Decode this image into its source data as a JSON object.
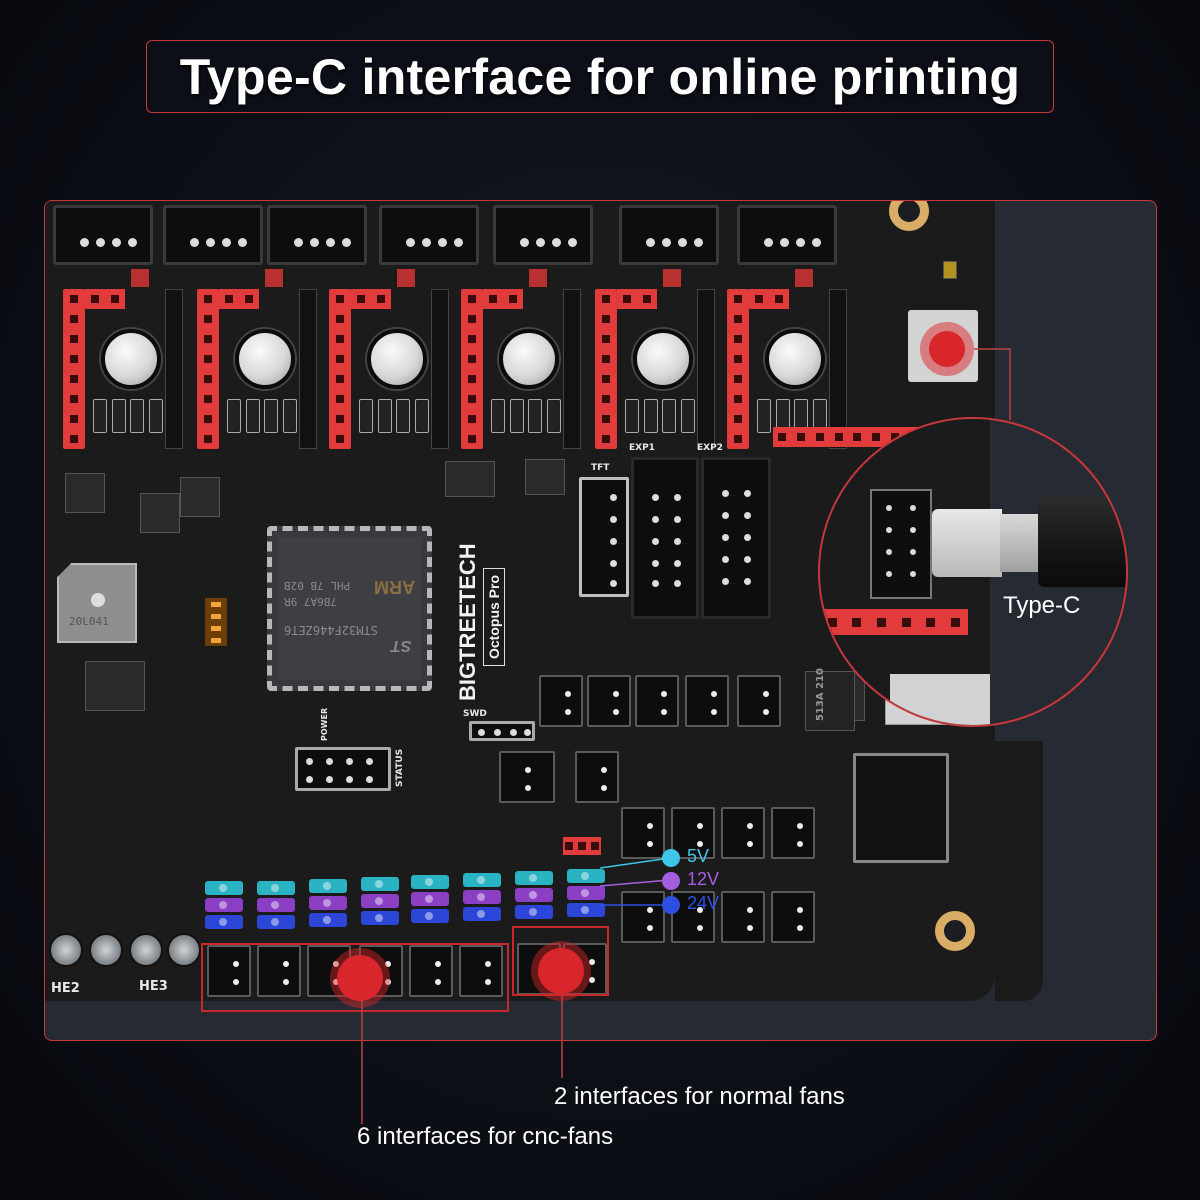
{
  "title": "Type-C interface for online printing",
  "board": {
    "brand": "BIGTREETECH",
    "model": "Octopus Pro",
    "mcu": {
      "logo": "ARM",
      "line1": "PHL 7B 02B",
      "line2": "7B6A7 9R",
      "line3": "STM32F446ZET6",
      "maker": "ST"
    },
    "buzzer_text": "20L041",
    "silkscreen": {
      "tft": "TFT",
      "exp1": "EXP1",
      "exp2": "EXP2",
      "swd": "SWD",
      "status": "STATUS",
      "power": "POWER",
      "he2": "HE2",
      "he3": "HE3",
      "chip_513a": "513A 210"
    }
  },
  "callouts": {
    "type_c": "Type-C",
    "voltage": {
      "v5": {
        "label": "5V",
        "color": "#3ec6e8"
      },
      "v12": {
        "label": "12V",
        "color": "#a45ee0"
      },
      "v24": {
        "label": "24V",
        "color": "#2e50e0"
      }
    },
    "normal_fans": "2 interfaces for normal fans",
    "cnc_fans": "6 interfaces for cnc-fans"
  },
  "colors": {
    "accent_red": "#c8373a",
    "panel_bg": "#262a33",
    "page_bg": "#0c0f16",
    "jumper_5v": "#2ab3c2",
    "jumper_12v": "#8a3fc5",
    "jumper_24v": "#2c46d8"
  }
}
